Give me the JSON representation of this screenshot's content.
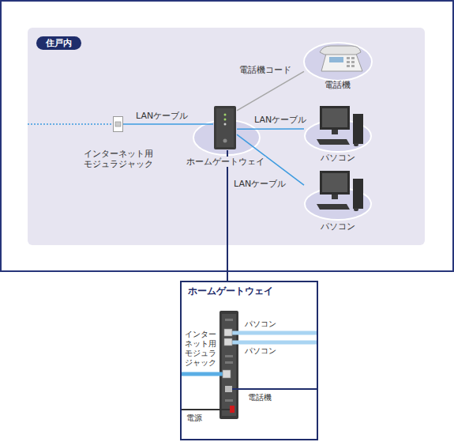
{
  "diagram": {
    "nodes": [
      {
        "text": [
          "住戸内"
        ]
      },
      {
        "text": [
          "インターネット用 モジュラジャック"
        ],
        "in": 0
      },
      {
        "text": [
          "ホームゲートウェイ"
        ],
        "in": 0
      },
      {
        "text": [
          "電話機"
        ],
        "in": 0
      },
      {
        "text": [
          "パソコン"
        ],
        "in": 0
      },
      {
        "text": [
          "パソコン"
        ],
        "in": 0
      },
      {
        "text": [
          "ホームゲートウェイ"
        ]
      }
    ],
    "edges": [
      {
        "from": 1,
        "to": 2,
        "arrow": "none",
        "label": "LANケーブル"
      },
      {
        "from": 2,
        "to": 3,
        "arrow": "none",
        "label": "電話機コード"
      },
      {
        "from": 2,
        "to": 4,
        "arrow": "none",
        "label": "LANケーブル"
      },
      {
        "from": 2,
        "to": 5,
        "arrow": "none",
        "label": "LANケーブル"
      },
      {
        "from": 2,
        "to": 6,
        "arrow": "none"
      }
    ],
    "labels": [
      "パソコン",
      "パソコン",
      "インター ネット用 モジュラ ジャック",
      "電話機",
      "電源"
    ]
  }
}
